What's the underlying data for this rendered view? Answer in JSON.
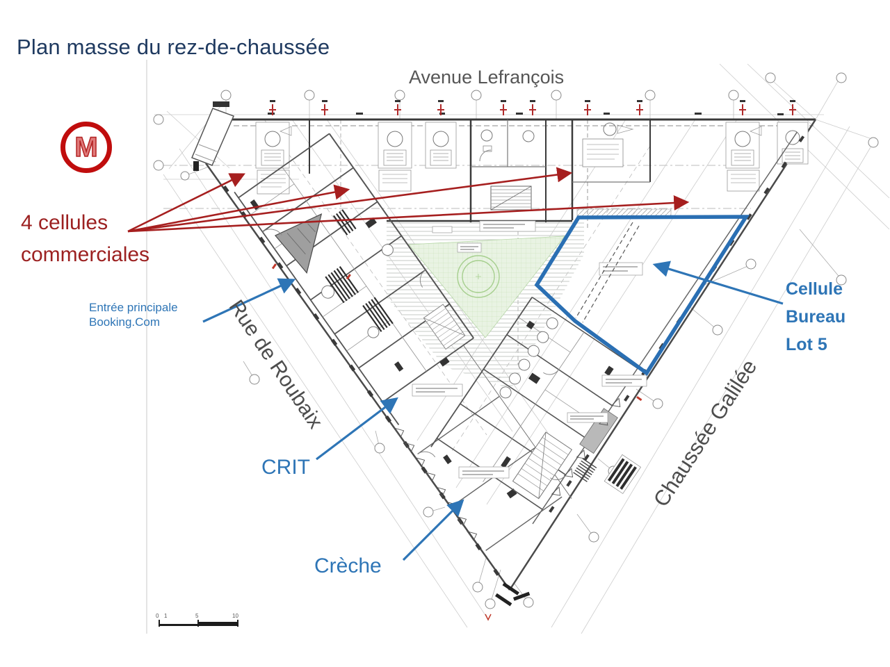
{
  "slide": {
    "title": "Plan masse du rez-de-chaussée"
  },
  "streets": {
    "top": "Avenue Lefrançois",
    "left": "Rue de Roubaix",
    "right": "Chaussée Galilée"
  },
  "metro": {
    "letter": "M"
  },
  "annotations": {
    "commercial": {
      "line1": "4 cellules",
      "line2": "commerciales"
    },
    "booking": {
      "line1": "Entrée principale",
      "line2": "Booking.Com"
    },
    "lot5": {
      "line1": "Cellule",
      "line2": "Bureau",
      "line3": "Lot 5"
    },
    "crit": {
      "label": "CRIT"
    },
    "creche": {
      "label": "Crèche"
    }
  },
  "scale_bar": {
    "labels": [
      "0",
      "1",
      "5",
      "10"
    ]
  },
  "colors": {
    "accent_red": "#9c2121",
    "accent_blue": "#2e75b6",
    "lot_outline_blue": "#2a6fb3",
    "title_navy": "#1f3a60",
    "street_gray": "#4d4d4d",
    "courtyard_green": "#e9f3e3",
    "metro_red": "#c00d0d"
  }
}
